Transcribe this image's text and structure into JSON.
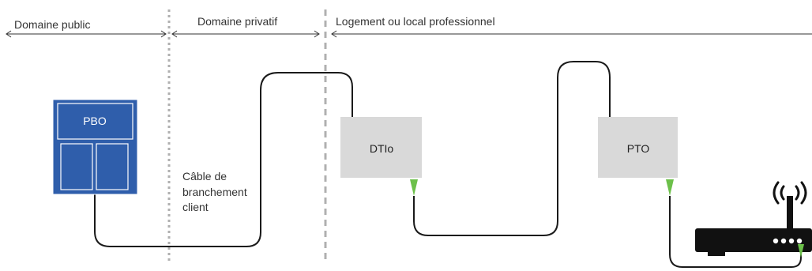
{
  "zones": {
    "public": "Domaine public",
    "private": "Domaine privatif",
    "home": "Logement ou local professionnel"
  },
  "boxes": {
    "pbo": "PBO",
    "dtio": "DTIo",
    "pto": "PTO"
  },
  "cable_label": [
    "Câble de",
    "branchement",
    "client"
  ],
  "colors": {
    "pbo_fill": "#2f5eab",
    "box_fill": "#d9d9d9",
    "connector": "#6cc04a",
    "cable": "#1a1a1a",
    "separator": "#b0b0b0",
    "router": "#111111"
  },
  "icons": {
    "router": "router-icon",
    "wifi": "wifi-icon"
  }
}
